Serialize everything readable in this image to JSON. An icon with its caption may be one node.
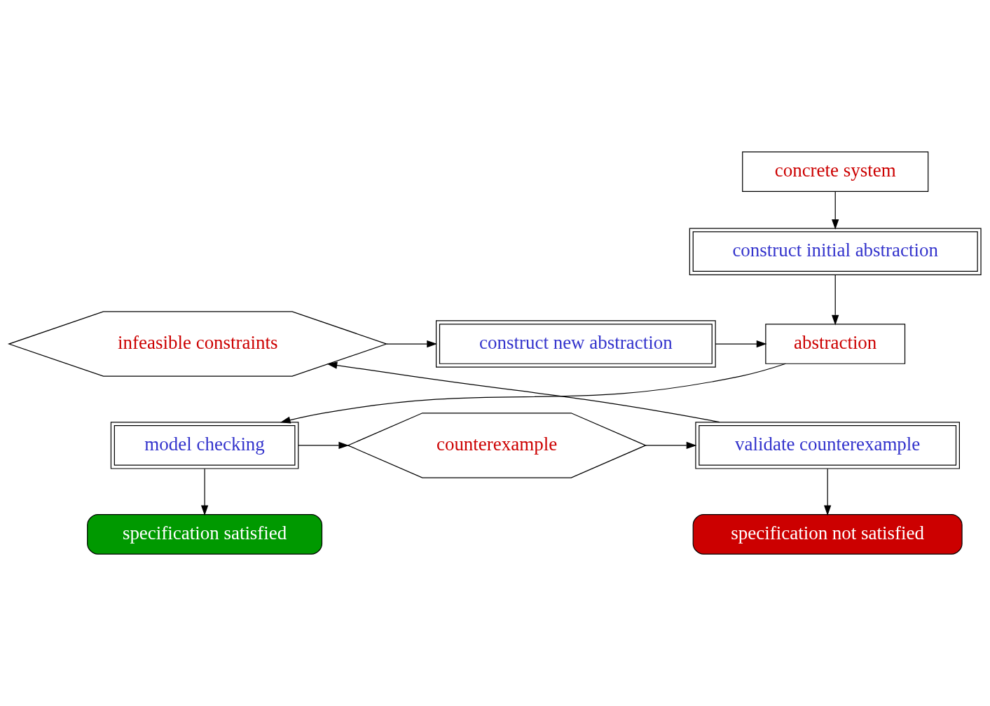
{
  "diagram": {
    "nodes": [
      {
        "text": [
          "concrete system"
        ]
      },
      {
        "text": [
          "construct initial abstraction"
        ]
      },
      {
        "text": [
          "abstraction"
        ]
      },
      {
        "text": [
          "construct new abstraction"
        ]
      },
      {
        "text": [
          "infeasible constraints"
        ]
      },
      {
        "text": [
          "model checking"
        ]
      },
      {
        "text": [
          "counterexample"
        ]
      },
      {
        "text": [
          "validate counterexample"
        ]
      },
      {
        "text": [
          "specification satisfied"
        ]
      },
      {
        "text": [
          "specification not satisfied"
        ]
      }
    ],
    "edges": [
      {
        "from": 0,
        "to": 1,
        "arrow": "to"
      },
      {
        "from": 1,
        "to": 2,
        "arrow": "to"
      },
      {
        "from": 3,
        "to": 2,
        "arrow": "to"
      },
      {
        "from": 4,
        "to": 3,
        "arrow": "to"
      },
      {
        "from": 2,
        "to": 5,
        "arrow": "to"
      },
      {
        "from": 5,
        "to": 6,
        "arrow": "to"
      },
      {
        "from": 6,
        "to": 7,
        "arrow": "to"
      },
      {
        "from": 7,
        "to": 4,
        "arrow": "to"
      },
      {
        "from": 5,
        "to": 8,
        "arrow": "to"
      },
      {
        "from": 7,
        "to": 9,
        "arrow": "to"
      }
    ]
  }
}
